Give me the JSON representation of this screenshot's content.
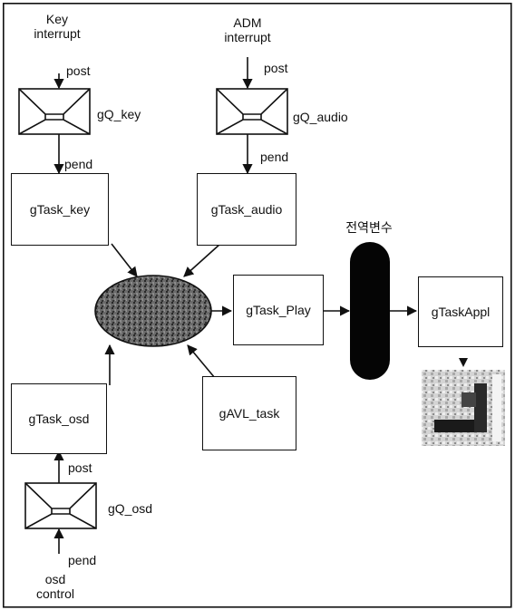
{
  "sources": {
    "key": {
      "line1": "Key",
      "line2": "interrupt"
    },
    "adm": {
      "line1": "ADM",
      "line2": "interrupt"
    },
    "osd": {
      "line1": "osd",
      "line2": "control"
    }
  },
  "queues": {
    "key": {
      "name": "gQ_key",
      "post": "post",
      "pend": "pend"
    },
    "audio": {
      "name": "gQ_audio",
      "post": "post",
      "pend": "pend"
    },
    "osd": {
      "name": "gQ_osd",
      "post": "post",
      "pend": "pend"
    }
  },
  "tasks": {
    "key": "gTask_key",
    "audio": "gTask_audio",
    "osd": "gTask_osd",
    "avl": "gAVL_task",
    "play": "gTask_Play",
    "appl": "gTaskAppl"
  },
  "globals_label": "전역변수",
  "colors": {
    "line": "#111111",
    "ellipse": "#5a5a5a",
    "pill": "#050505"
  }
}
